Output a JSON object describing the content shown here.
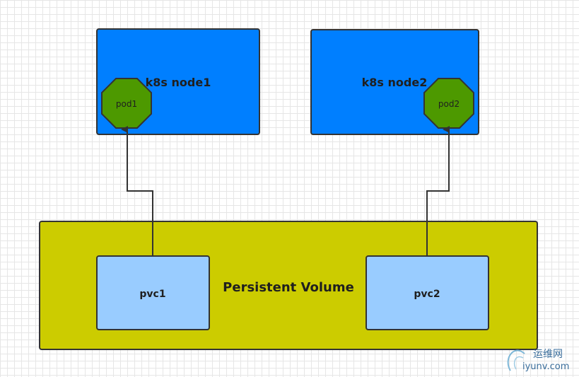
{
  "nodes": {
    "node1": {
      "label": "k8s node1",
      "fill": "#007fff"
    },
    "node2": {
      "label": "k8s node2",
      "fill": "#007fff"
    }
  },
  "pods": {
    "pod1": {
      "label": "pod1",
      "fill": "#4d9900"
    },
    "pod2": {
      "label": "pod2",
      "fill": "#4d9900"
    }
  },
  "persistent_volume": {
    "label": "Persistent Volume",
    "fill": "#cccc00"
  },
  "pvcs": {
    "pvc1": {
      "label": "pvc1",
      "fill": "#99ccff"
    },
    "pvc2": {
      "label": "pvc2",
      "fill": "#99ccff"
    }
  },
  "watermark": {
    "cn": "运维网",
    "url": "iyunv.com"
  }
}
